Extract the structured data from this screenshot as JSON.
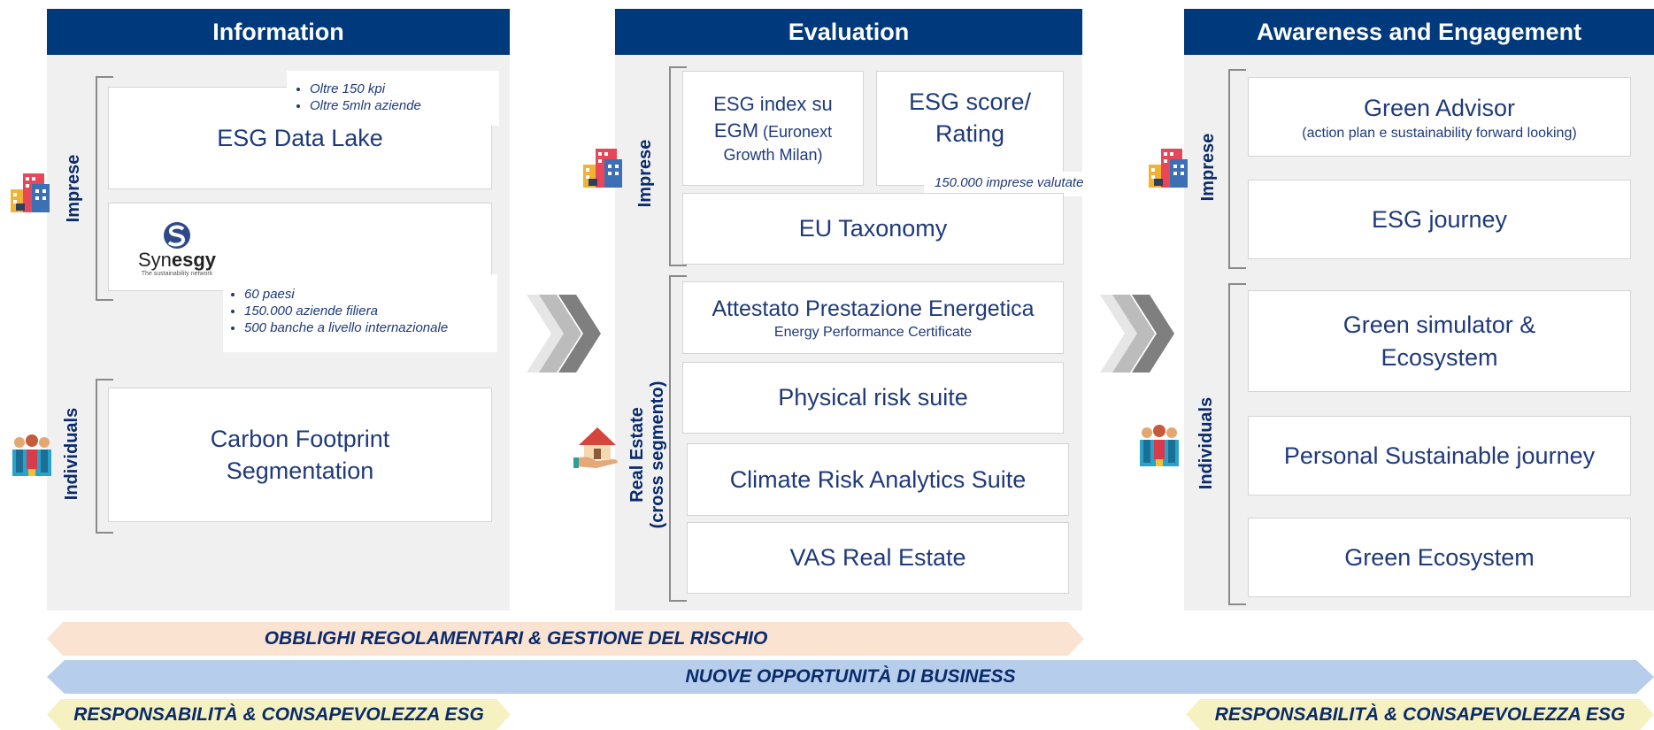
{
  "columns": {
    "information": {
      "title": "Information"
    },
    "evaluation": {
      "title": "Evaluation"
    },
    "awareness": {
      "title": "Awareness and Engagement"
    }
  },
  "labels": {
    "imprese": "Imprese",
    "individuals": "Individuals",
    "real_estate_line1": "Real Estate",
    "real_estate_line2": "(cross segmento)"
  },
  "information": {
    "esg_data_lake": "ESG Data Lake",
    "data_lake_notes": [
      "Oltre 150 kpi",
      "Oltre 5mln aziende"
    ],
    "synesgy_logo_text_a": "Syn",
    "synesgy_logo_text_b": "esgy",
    "synesgy_tagline": "The sustainability network",
    "synesgy_notes": [
      "60 paesi",
      "150.000 aziende filiera",
      "500 banche a livello internazionale"
    ],
    "carbon_footprint_line1": "Carbon Footprint",
    "carbon_footprint_line2": "Segmentation"
  },
  "evaluation": {
    "esg_index_line1": "ESG index su",
    "esg_index_line2a": "EGM",
    "esg_index_line2b": " (Euronext",
    "esg_index_line3": "Growth Milan)",
    "esg_score_line1": "ESG score/",
    "esg_score_line2": "Rating",
    "esg_score_note": "150.000 imprese valutate",
    "eu_taxonomy": "EU Taxonomy",
    "ape_title": "Attestato Prestazione Energetica",
    "ape_subtitle": "Energy Performance Certificate",
    "physical_risk": "Physical risk suite",
    "climate_risk": "Climate Risk Analytics Suite",
    "vas_real_estate": "VAS Real Estate"
  },
  "awareness": {
    "green_advisor": "Green Advisor",
    "green_advisor_sub": "(action plan e sustainability forward looking)",
    "esg_journey": "ESG journey",
    "green_simulator_line1": "Green simulator &",
    "green_simulator_line2": "Ecosystem",
    "personal_journey": "Personal Sustainable journey",
    "green_ecosystem": "Green Ecosystem"
  },
  "bars": {
    "obblighi": "OBBLIGHI REGOLAMENTARI & GESTIONE DEL RISCHIO",
    "opportunita": "NUOVE OPPORTUNITÀ DI BUSINESS",
    "responsabilita_left": "RESPONSABILITÀ & CONSAPEVOLEZZA ESG",
    "responsabilita_right": "RESPONSABILITÀ & CONSAPEVOLEZZA ESG"
  },
  "colors": {
    "header": "#003a7d",
    "text": "#1f3a7a",
    "bar_orange": "#fbe3d2",
    "bar_blue": "#b6cdec",
    "bar_yellow": "#f5f1c0"
  },
  "icons": {
    "business": "building-icon",
    "people": "people-icon",
    "house": "house-hand-icon",
    "flow": "chevron-arrows-icon"
  }
}
